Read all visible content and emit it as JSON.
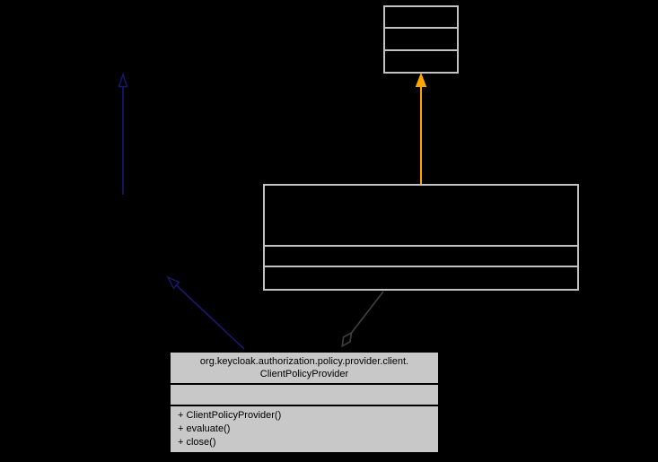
{
  "diagram": {
    "kind": "uml-collaboration-graph",
    "background": "#000000"
  },
  "colors": {
    "node_border": "#c2c2c2",
    "highlight_fill": "#c8c8c8",
    "inheritance_arrow": "#191970",
    "template_arrow": "#ffa500",
    "usage_arrow": "#404040",
    "text": "#000000",
    "background": "#000000"
  },
  "main_class": {
    "title_line1": "org.keycloak.authorization.policy.provider.client.",
    "title_line2": "ClientPolicyProvider",
    "attributes": "",
    "methods": [
      "+ ClientPolicyProvider()",
      "+ evaluate()",
      "+ close()"
    ]
  }
}
